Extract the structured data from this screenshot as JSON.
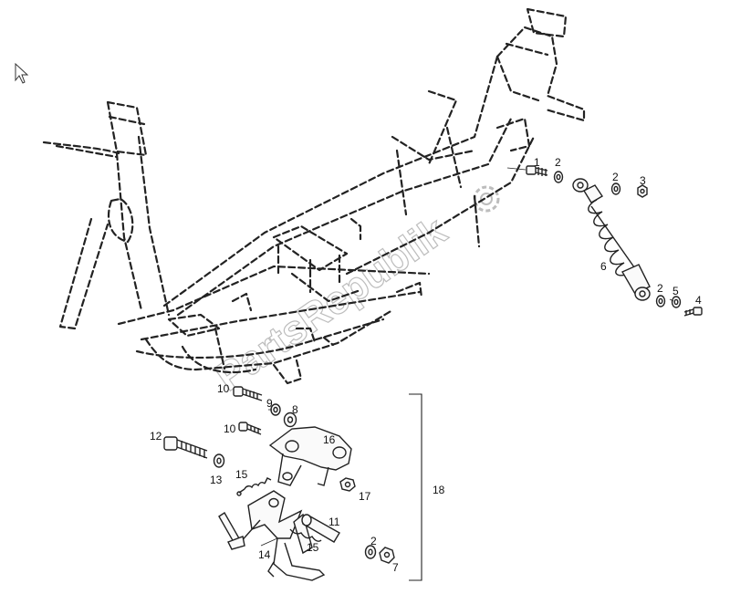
{
  "watermark": {
    "text": "PartsRepublik",
    "icon": "gear-icon"
  },
  "callouts": {
    "c1": "1",
    "c2a": "2",
    "c2b": "2",
    "c2c": "2",
    "c2d": "2",
    "c3": "3",
    "c4": "4",
    "c5": "5",
    "c6": "6",
    "c7": "7",
    "c8": "8",
    "c9": "9",
    "c10a": "10",
    "c10b": "10",
    "c11": "11",
    "c12": "12",
    "c13": "13",
    "c14": "14",
    "c15a": "15",
    "c15b": "15",
    "c16": "16",
    "c17": "17",
    "c18": "18"
  },
  "cursor_icon": "arrow-cursor-icon",
  "colors": {
    "line": "#222222",
    "watermark": "#bdbdbd",
    "background": "#ffffff"
  }
}
